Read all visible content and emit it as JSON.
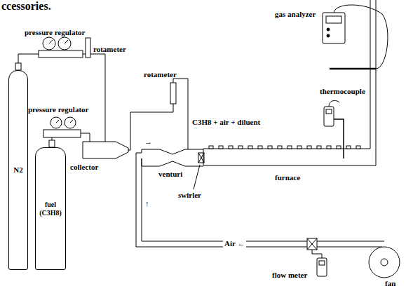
{
  "diagram": {
    "nodes": [
      {
        "text": [
          "N2"
        ]
      },
      {
        "text": [
          "fuel (C3H8)"
        ]
      },
      {
        "text": [
          "furnace"
        ]
      }
    ],
    "labels": [
      "ccessories.",
      "pressure regulator",
      "rotameter",
      "pressure regulator",
      "collector",
      "rotameter",
      "C3H8 + air + diluent",
      "venturi",
      "swirler",
      "Air ←",
      "↑",
      "→",
      "gas analyzer",
      "thermocouple",
      "flow meter",
      "fan"
    ]
  }
}
